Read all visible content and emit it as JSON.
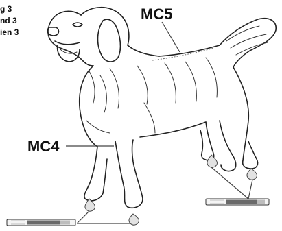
{
  "corner_text": [
    "g 3",
    "nd 3",
    "ien 3"
  ],
  "labels": {
    "mc5": "MC5",
    "mc4": "MC4"
  },
  "icons": [
    "dog-illustration",
    "test-strip-icon",
    "droplet-icon"
  ]
}
